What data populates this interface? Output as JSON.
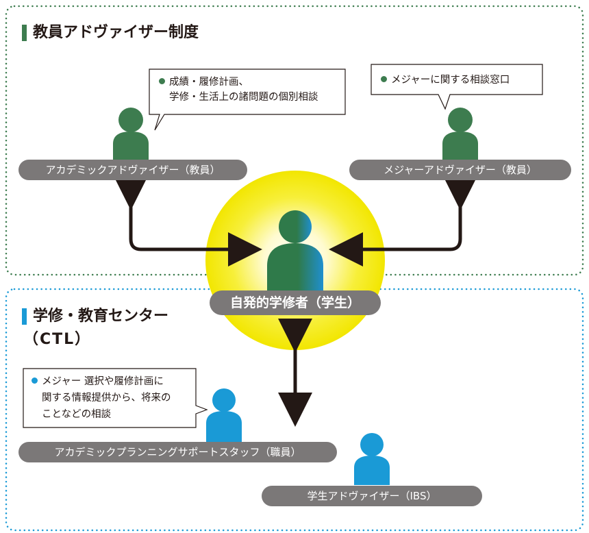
{
  "colors": {
    "faculty_green": "#3d7c4f",
    "ctl_blue": "#1a9ad6",
    "pill_gray": "#7b7878",
    "glow_yellow": "#f5ec00",
    "arrow": "#231815"
  },
  "faculty_section": {
    "title": "教員アドヴァイザー制度",
    "academic_advisor": {
      "label": "アカデミックアドヴァイザー（教員）",
      "bubble_line1": "成績・履修計画、",
      "bubble_line2": "学修・生活上の諸問題の個別相談"
    },
    "major_advisor": {
      "label": "メジャーアドヴァイザー（教員）",
      "bubble_line1": "メジャーに関する相談窓口"
    }
  },
  "center": {
    "label": "自発的学修者（学生）"
  },
  "ctl_section": {
    "title_line1": "学修・教育センター",
    "title_line2": "（CTL）",
    "planning_staff": {
      "label": "アカデミックプランニングサポートスタッフ（職員）",
      "bubble_line1": "メジャー 選択や履修計画に",
      "bubble_line2": "関する情報提供から、将来の",
      "bubble_line3": "ことなどの相談"
    },
    "student_advisor": {
      "label": "学生アドヴァイザー（IBS）"
    }
  }
}
